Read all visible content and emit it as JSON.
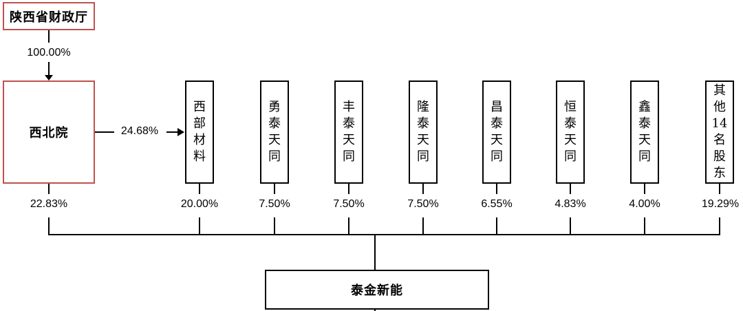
{
  "top": {
    "name": "陕西省财政厅",
    "share_to_nwu": "100.00%"
  },
  "nwu": {
    "name": "西北院",
    "share_to_material": "24.68%",
    "share_to_target": "22.83%"
  },
  "shareholders": [
    {
      "name": "西部材料",
      "share": "20.00%"
    },
    {
      "name": "勇泰天同",
      "share": "7.50%"
    },
    {
      "name": "丰泰天同",
      "share": "7.50%"
    },
    {
      "name": "隆泰天同",
      "share": "7.50%"
    },
    {
      "name": "昌泰天同",
      "share": "6.55%"
    },
    {
      "name": "恒泰天同",
      "share": "4.83%"
    },
    {
      "name": "鑫泰天同",
      "share": "4.00%"
    },
    {
      "name": "其他14名股东",
      "share": "19.29%"
    }
  ],
  "target": {
    "name": "泰金新能"
  },
  "colors": {
    "highlight_border": "#c0504d",
    "line": "#000000"
  }
}
